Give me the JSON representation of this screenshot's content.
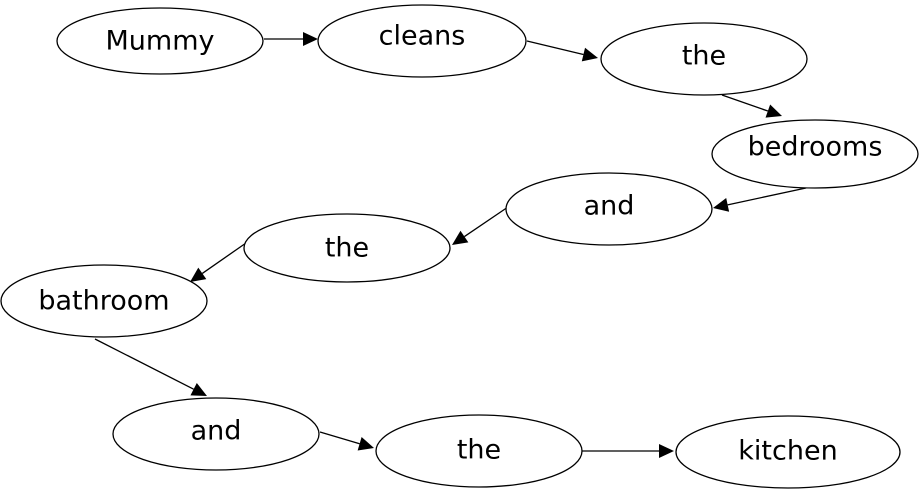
{
  "diagram": {
    "nodes": [
      {
        "id": "n1",
        "label": "Mummy"
      },
      {
        "id": "n2",
        "label": "cleans"
      },
      {
        "id": "n3",
        "label": "the"
      },
      {
        "id": "n4",
        "label": "bedrooms"
      },
      {
        "id": "n5",
        "label": "and"
      },
      {
        "id": "n6",
        "label": "the"
      },
      {
        "id": "n7",
        "label": "bathroom"
      },
      {
        "id": "n8",
        "label": "and"
      },
      {
        "id": "n9",
        "label": "the"
      },
      {
        "id": "n10",
        "label": "kitchen"
      }
    ],
    "edges": [
      {
        "from": "n1",
        "to": "n2"
      },
      {
        "from": "n2",
        "to": "n3"
      },
      {
        "from": "n3",
        "to": "n4"
      },
      {
        "from": "n4",
        "to": "n5"
      },
      {
        "from": "n5",
        "to": "n6"
      },
      {
        "from": "n6",
        "to": "n7"
      },
      {
        "from": "n7",
        "to": "n8"
      },
      {
        "from": "n8",
        "to": "n9"
      },
      {
        "from": "n9",
        "to": "n10"
      }
    ]
  }
}
